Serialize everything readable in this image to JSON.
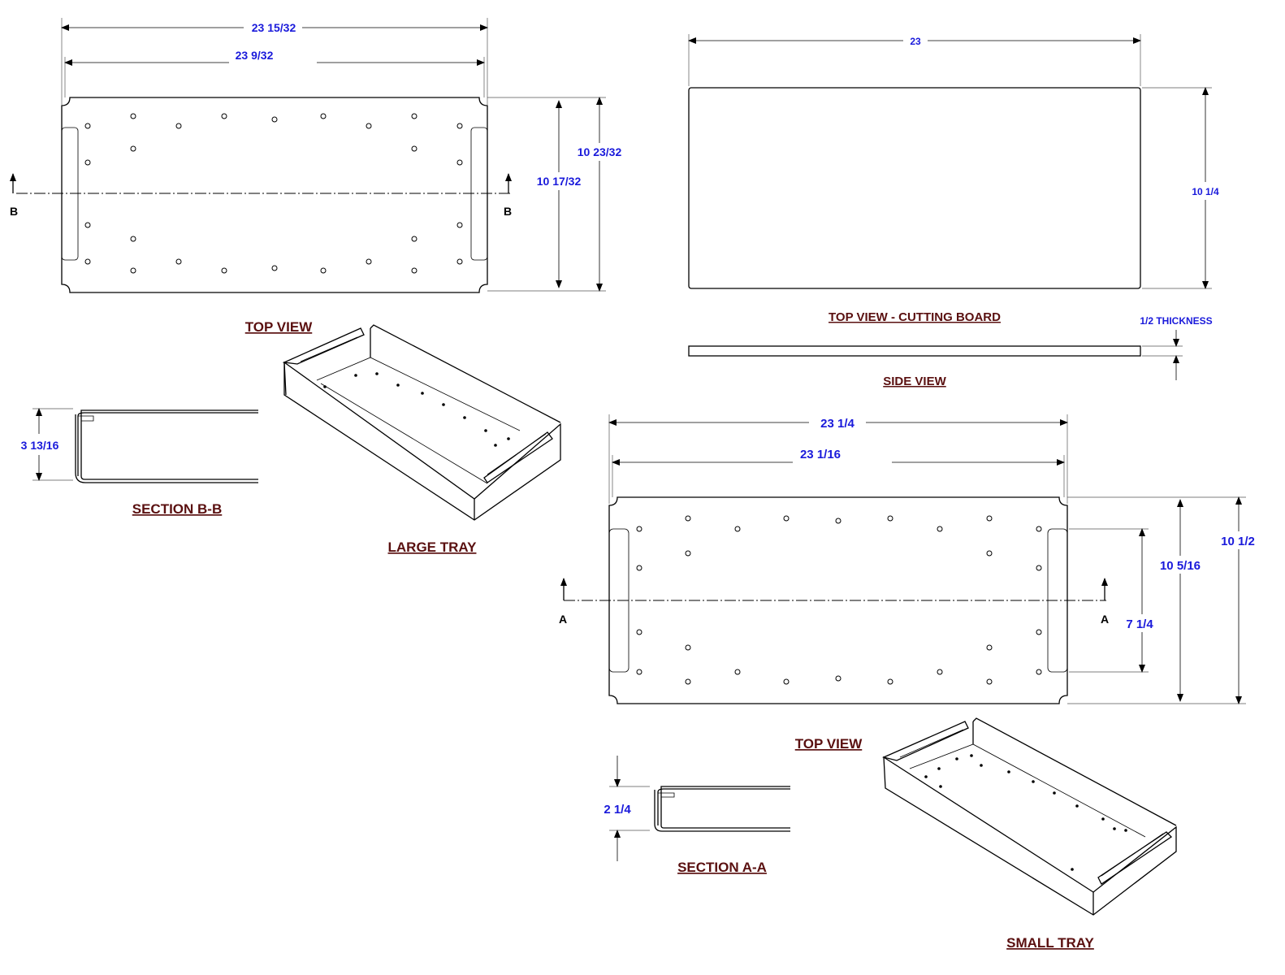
{
  "large_tray": {
    "top_view_title": "TOP VIEW",
    "overall_width": "23 15/32",
    "inner_width": "23 9/32",
    "overall_depth": "10 23/32",
    "inner_depth": "10 17/32",
    "section_marker": "B",
    "section_height": "3 13/16",
    "section_title": "SECTION B-B",
    "iso_title": "LARGE TRAY"
  },
  "cutting_board": {
    "width": "23",
    "depth": "10 1/4",
    "top_view_title": "TOP VIEW - CUTTING BOARD",
    "thickness": "1/2 THICKNESS",
    "side_view_title": "SIDE VIEW"
  },
  "small_tray": {
    "overall_width": "23 1/4",
    "inner_width": "23 1/16",
    "overall_depth": "10 1/2",
    "inner_depth": "10 5/16",
    "handle_length": "7 1/4",
    "section_marker": "A",
    "top_view_title": "TOP VIEW",
    "section_height": "2 1/4",
    "section_title": "SECTION A-A",
    "iso_title": "SMALL TRAY"
  }
}
